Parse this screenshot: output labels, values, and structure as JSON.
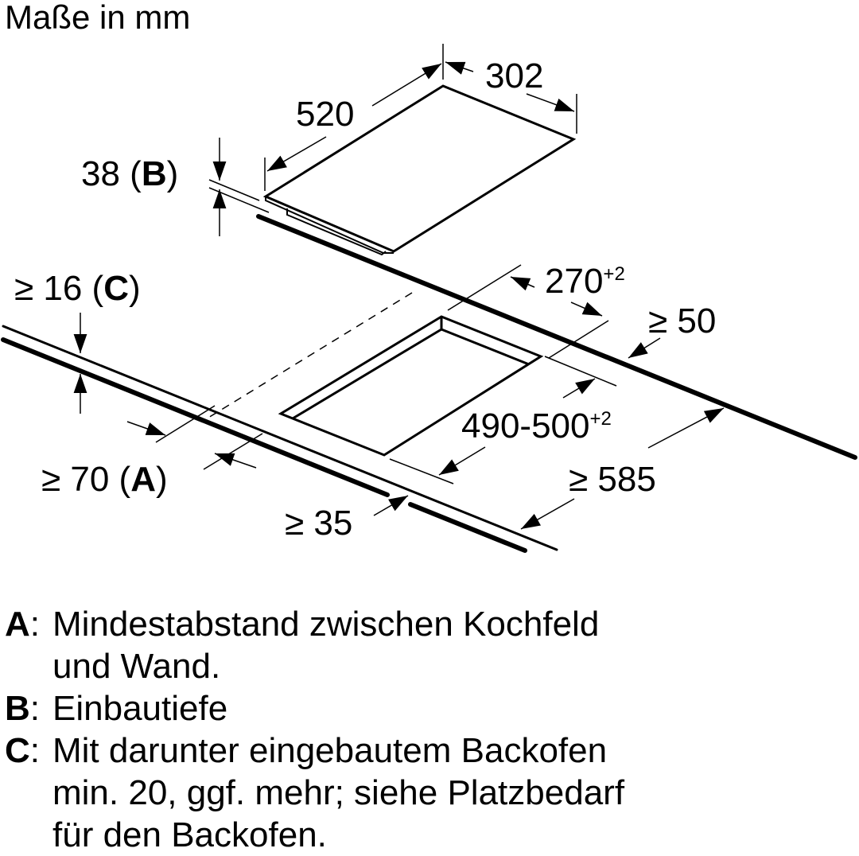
{
  "title": "Maße in mm",
  "dimensions": {
    "width": "302",
    "depth": "520",
    "height_b": "38 (",
    "height_b_key": "B",
    "gap_c": "≥ 16 (",
    "gap_c_key": "C",
    "cutout_width": "270",
    "cutout_width_tol": "+2",
    "back_distance": "≥ 50",
    "cutout_depth": "490-500",
    "cutout_depth_tol": "+2",
    "wall_distance": "≥ 70 (",
    "wall_distance_key": "A",
    "worktop_depth": "≥ 585",
    "front_distance": "≥ 35",
    "close_paren": ")"
  },
  "legend": [
    {
      "key": "A",
      "lines": [
        "Mindestabstand zwischen Kochfeld",
        "und Wand."
      ]
    },
    {
      "key": "B",
      "lines": [
        "Einbautiefe"
      ]
    },
    {
      "key": "C",
      "lines": [
        "Mit darunter eingebautem Backofen",
        "min. 20, ggf. mehr; siehe Platzbedarf",
        "für den Backofen."
      ]
    }
  ]
}
